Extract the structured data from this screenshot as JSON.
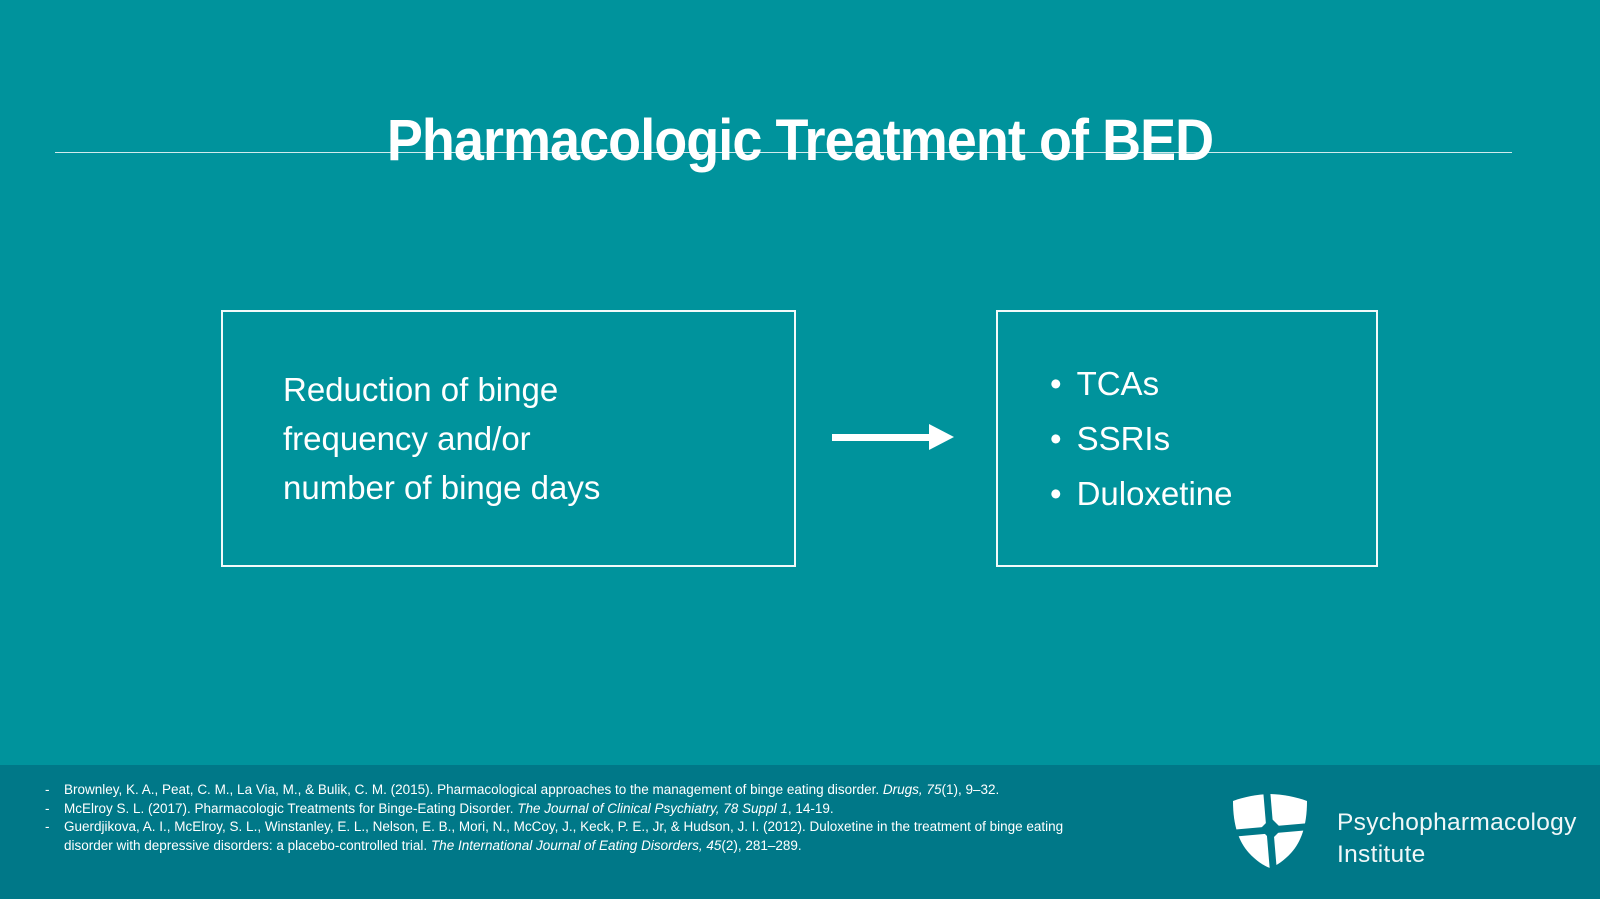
{
  "slide": {
    "title": "Pharmacologic Treatment of BED",
    "left_box": {
      "lines": [
        "Reduction of binge",
        "frequency and/or",
        "number of binge days"
      ]
    },
    "arrow": {
      "icon": "right-arrow-icon"
    },
    "right_box": {
      "items": [
        "TCAs",
        "SSRIs",
        "Duloxetine"
      ]
    }
  },
  "footer": {
    "list_marker": "-",
    "references": [
      {
        "runs": [
          {
            "t": "Brownley, K. A., Peat, C. M., La Via, M., & Bulik, C. M. (2015). Pharmacological approaches to the management of binge eating disorder. ",
            "i": false
          },
          {
            "t": "Drugs, 75",
            "i": true
          },
          {
            "t": "(1), 9–32.",
            "i": false
          }
        ]
      },
      {
        "runs": [
          {
            "t": "McElroy S. L. (2017). Pharmacologic Treatments for Binge-Eating Disorder. ",
            "i": false
          },
          {
            "t": "The Journal of Clinical Psychiatry, 78 Suppl 1",
            "i": true
          },
          {
            "t": ", 14-19.",
            "i": false
          }
        ]
      },
      {
        "runs": [
          {
            "t": "Guerdjikova, A. I., McElroy, S. L., Winstanley, E. L., Nelson, E. B., Mori, N., McCoy, J., Keck, P. E., Jr, & Hudson, J. I. (2012). Duloxetine in the treatment of binge eating disorder with depressive disorders: a placebo-controlled trial. ",
            "i": false
          },
          {
            "t": "The International Journal of Eating Disorders, 45",
            "i": true
          },
          {
            "t": "(2), 281–289.",
            "i": false
          }
        ]
      }
    ],
    "logo": {
      "icon": "shield-cross-icon",
      "line1": "Psychopharmacology",
      "line2": "Institute"
    }
  },
  "colors": {
    "background": "#00939C",
    "footer_background": "#007888",
    "text": "#FFFFFF"
  }
}
